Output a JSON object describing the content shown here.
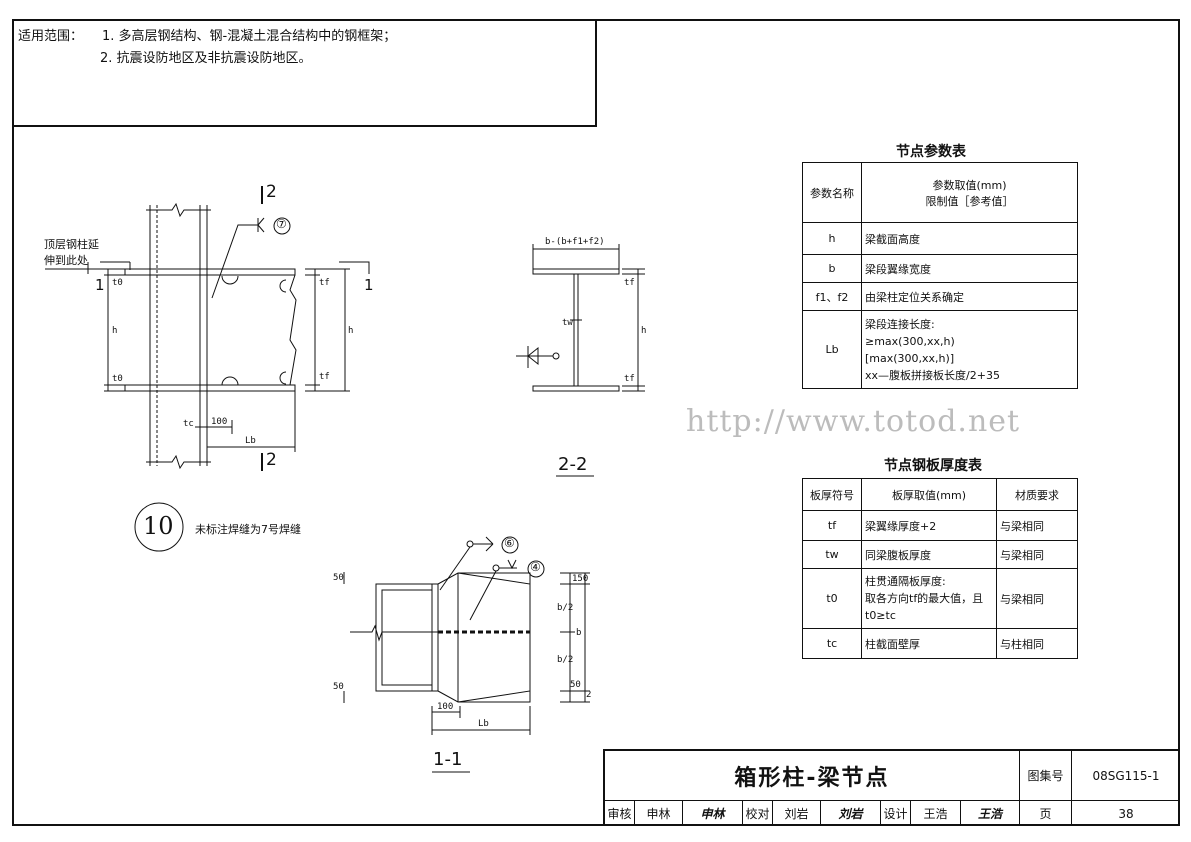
{
  "scope": {
    "label": "适用范围：",
    "item1": "1. 多高层钢结构、钢-混凝土混合结构中的钢框架；",
    "item2": "2. 抗震设防地区及非抗震设防地区。"
  },
  "elevation": {
    "note_top_col_l1": "顶层钢柱延",
    "note_top_col_l2": "伸到此处",
    "sec1_left": "1",
    "sec1_right": "1",
    "sec2_top": "2",
    "sec2_bottom": "2",
    "weld_ref": "⑦",
    "dim_t0_top": "t0",
    "dim_h_left": "h",
    "dim_t0_bottom": "t0",
    "dim_tf_top": "tf",
    "dim_h_right": "h",
    "dim_tf_bottom": "tf",
    "dim_tc": "tc",
    "dim_100": "100",
    "dim_lb": "Lb"
  },
  "section22": {
    "dim_b": "b-(b+f1+f2)",
    "dim_tw": "tw",
    "dim_tf_top": "tf",
    "dim_h": "h",
    "dim_tf_bottom": "tf",
    "label": "2-2"
  },
  "detail10": {
    "number": "10",
    "note": "未标注焊缝为7号焊缝"
  },
  "section11": {
    "weld_ref_6": "⑥",
    "weld_ref_4": "④",
    "dim_50_top": "50",
    "dim_50_bottom": "50",
    "dim_150": "150",
    "dim_b2_top": "b/2",
    "dim_b": "b",
    "dim_b2_bottom": "b/2",
    "dim_50_r": "50",
    "dim_2": "2",
    "dim_100": "100",
    "dim_lb": "Lb",
    "label": "1-1"
  },
  "param_table": {
    "title": "节点参数表",
    "header_name": "参数名称",
    "header_value_l1": "参数取值(mm)",
    "header_value_l2": "限制值［参考值］",
    "rows": [
      {
        "name": "h",
        "value": "梁截面高度"
      },
      {
        "name": "b",
        "value": "梁段翼缘宽度"
      },
      {
        "name": "f1、f2",
        "value": "由梁柱定位关系确定"
      }
    ],
    "lb_name": "Lb",
    "lb_l1": "梁段连接长度:",
    "lb_l2": "≥max(300,xx,h)",
    "lb_l3": "[max(300,xx,h)]",
    "lb_l4": "xx—腹板拼接板长度/2+35"
  },
  "plate_table": {
    "title": "节点钢板厚度表",
    "h1": "板厚符号",
    "h2": "板厚取值(mm)",
    "h3": "材质要求",
    "rows": [
      {
        "sym": "tf",
        "val": "梁翼缘厚度+2",
        "mat": "与梁相同"
      },
      {
        "sym": "tw",
        "val": "同梁腹板厚度",
        "mat": "与梁相同"
      }
    ],
    "t0_sym": "t0",
    "t0_l1": "柱贯通隔板厚度:",
    "t0_l2": "取各方向tf的最大值，且",
    "t0_l3": "t0≥tc",
    "t0_mat": "与梁相同",
    "tc_sym": "tc",
    "tc_val": "柱截面壁厚",
    "tc_mat": "与柱相同"
  },
  "watermark": "http://www.totod.net",
  "title_block": {
    "title": "箱形柱-梁节点",
    "atlas_label": "图集号",
    "atlas_no": "08SG115-1",
    "review_label": "审核",
    "review_name": "申林",
    "review_sig": "申林",
    "check_label": "校对",
    "check_name": "刘岩",
    "check_sig": "刘岩",
    "design_label": "设计",
    "design_name": "王浩",
    "design_sig": "王浩",
    "page_label": "页",
    "page_no": "38"
  }
}
